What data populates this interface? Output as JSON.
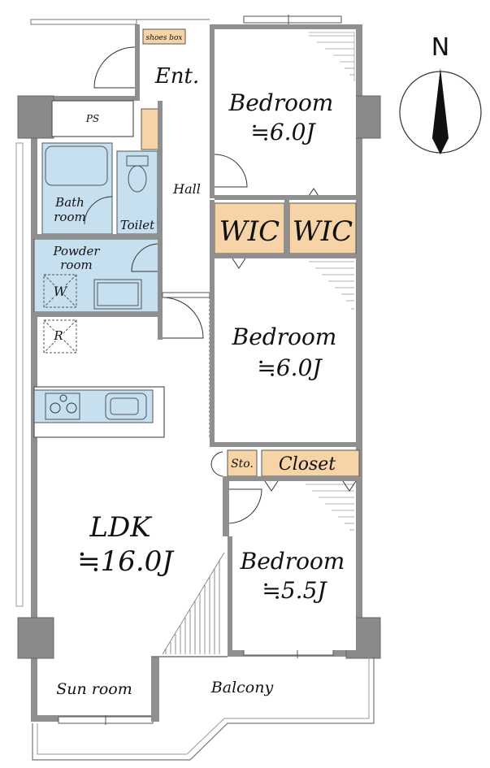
{
  "plan": {
    "rooms": {
      "shoes_box": "shoes box",
      "entrance": "Ent.",
      "bedroom1_name": "Bedroom",
      "bedroom1_size": "≒6.0J",
      "ps": "PS",
      "hall": "Hall",
      "bath_line1": "Bath",
      "bath_line2": "room",
      "toilet": "Toilet",
      "wic1": "WIC",
      "wic2": "WIC",
      "powder_line1": "Powder",
      "powder_line2": "room",
      "washer": "W",
      "fridge": "R",
      "bedroom2_name": "Bedroom",
      "bedroom2_size": "≒6.0J",
      "storage": "Sto.",
      "closet": "Closet",
      "ldk_name": "LDK",
      "ldk_size": "≒16.0J",
      "bedroom3_name": "Bedroom",
      "bedroom3_size": "≒5.5J",
      "sun_room": "Sun room",
      "balcony": "Balcony"
    },
    "compass": {
      "label": "N"
    },
    "colors": {
      "wet_area": "#c7e0f0",
      "storage": "#f6d4a7",
      "wall": "#8f8f8f"
    }
  }
}
